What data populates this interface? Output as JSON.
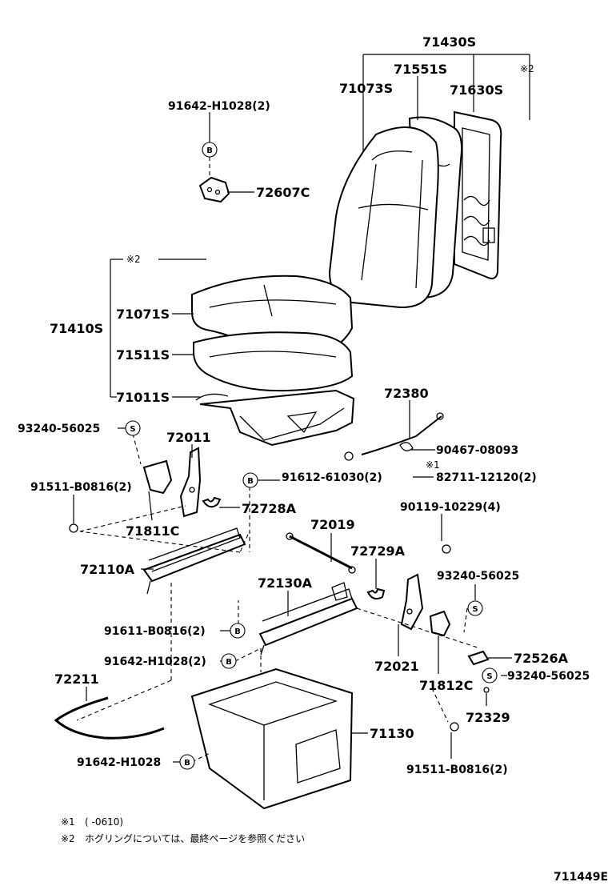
{
  "diagram_id": "711449E",
  "markers": {
    "b": "B",
    "s": "S"
  },
  "notes": {
    "n1_mark": "※1",
    "n1_text": "(      -0610)",
    "n2_mark": "※2",
    "n2_text": "ホグリングについては、最終ページを参照ください"
  },
  "parts": {
    "p71430S": "71430S",
    "p71551S": "71551S",
    "p71073S": "71073S",
    "p71630S": "71630S",
    "n2_upper": "※2",
    "p91642H1028_2_top": "91642-H1028(2)",
    "p72607C": "72607C",
    "n2_left": "※2",
    "p71410S": "71410S",
    "p71071S": "71071S",
    "p71511S": "71511S",
    "p71011S": "71011S",
    "p72380": "72380",
    "p93240_left": "93240-56025",
    "p72011": "72011",
    "p90467": "90467-08093",
    "n1_mid": "※1",
    "p91612": "91612-61030(2)",
    "p82711": "82711-12120(2)",
    "p91511_left": "91511-B0816(2)",
    "p72728A": "72728A",
    "p90119": "90119-10229(4)",
    "p71811C": "71811C",
    "p72019": "72019",
    "p72110A": "72110A",
    "p72729A": "72729A",
    "p93240_right": "93240-56025",
    "p72130A": "72130A",
    "p91611": "91611-B0816(2)",
    "p72526A": "72526A",
    "p91642H1028_2_mid": "91642-H1028(2)",
    "p93240_bottom": "93240-56025",
    "p72211": "72211",
    "p72021": "72021",
    "p71812C": "71812C",
    "p72329": "72329",
    "p71130": "71130",
    "p91642H1028_bottom": "91642-H1028",
    "p91511_right": "91511-B0816(2)"
  }
}
